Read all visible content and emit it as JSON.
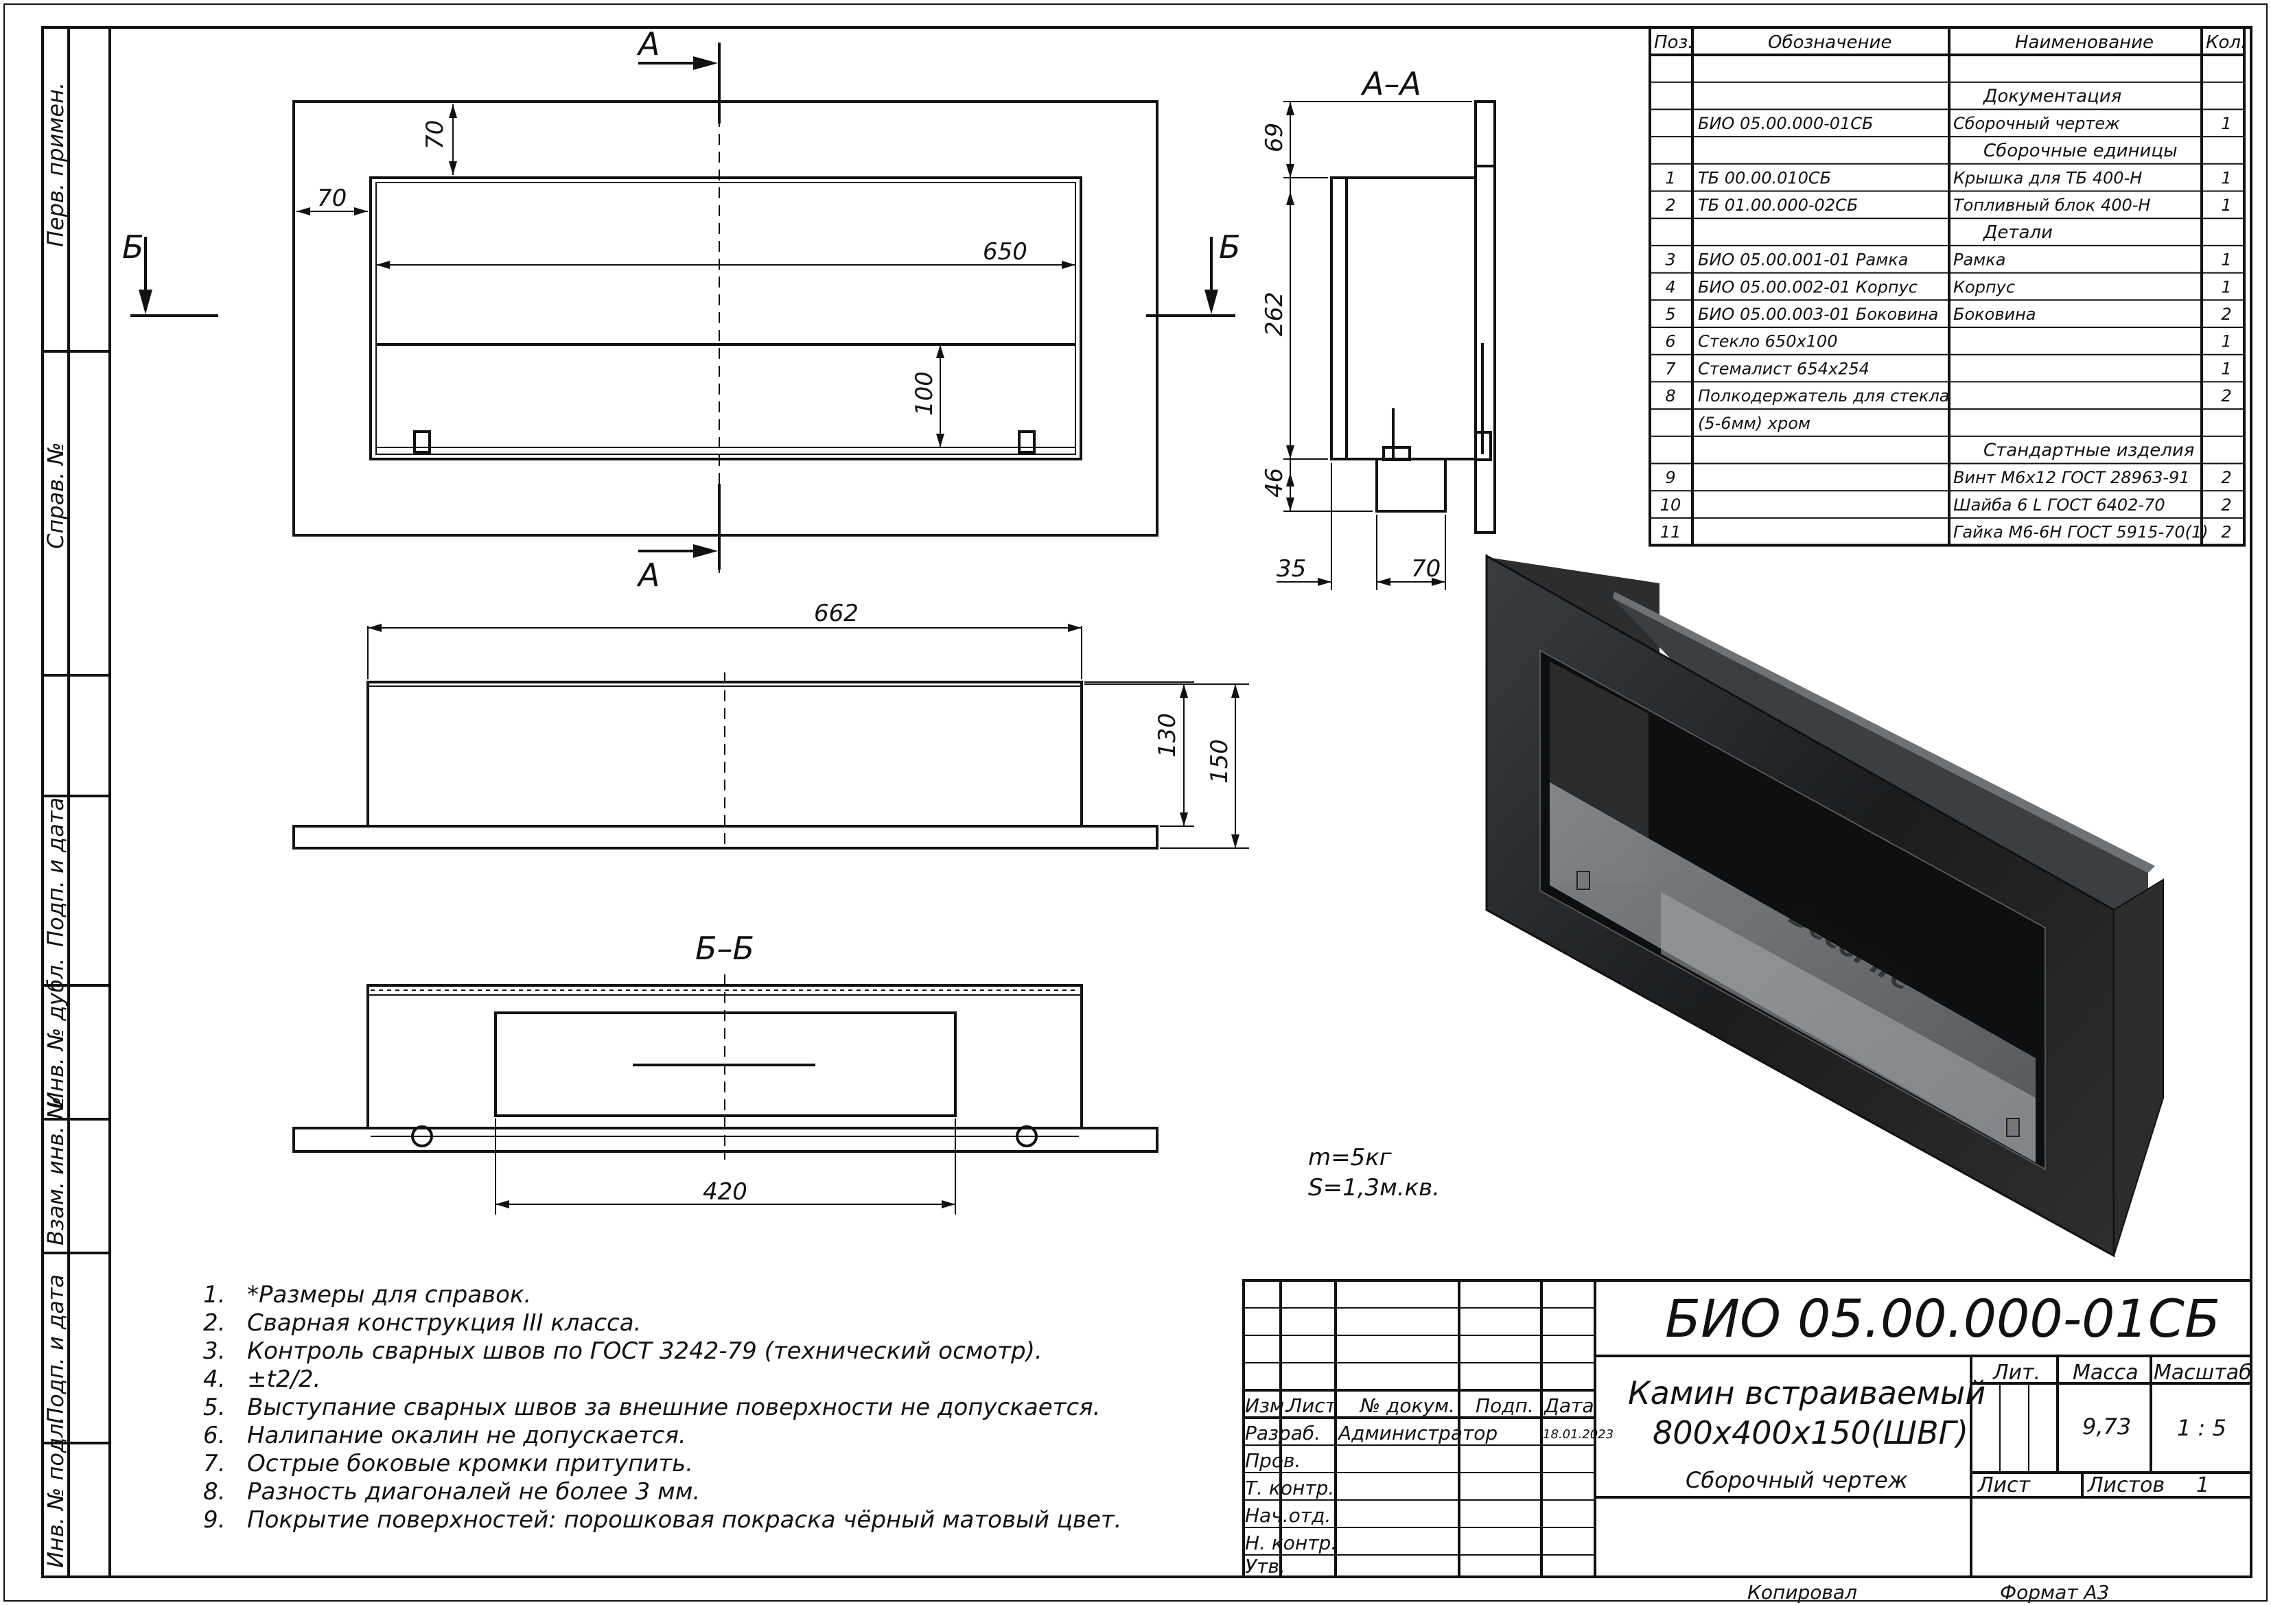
{
  "side_stamp": [
    "Перв. примен.",
    "Справ. №",
    "Подп. и дата",
    "Инв. № дубл.",
    "Взам. инв. №",
    "Подп. и дата",
    "Инв. № подл."
  ],
  "section_markers": {
    "a": "А",
    "b": "Б"
  },
  "views": {
    "section_aa": "А–А",
    "section_bb": "Б–Б"
  },
  "dims": {
    "d70_top": "70",
    "d70_left": "70",
    "d650": "650",
    "d100": "100",
    "d662": "662",
    "d130": "130",
    "d150": "150",
    "d420": "420",
    "d69": "69",
    "d262": "262",
    "d46": "46",
    "d35": "35",
    "d70_side": "70"
  },
  "mass": {
    "m": "m=5кг",
    "s": "S=1,3м.кв."
  },
  "notes": [
    {
      "num": "1.",
      "text": "*Размеры для справок."
    },
    {
      "num": "2.",
      "text": "Сварная конструкция III класса."
    },
    {
      "num": "3.",
      "text": "Контроль сварных швов по ГОСТ 3242-79 (технический осмотр)."
    },
    {
      "num": "4.",
      "text": "±t2/2."
    },
    {
      "num": "5.",
      "text": "Выступание сварных швов за внешние поверхности не допускается."
    },
    {
      "num": "6.",
      "text": "Налипание окалин не допускается."
    },
    {
      "num": "7.",
      "text": "Острые боковые кромки притупить."
    },
    {
      "num": "8.",
      "text": "Разность диагоналей не более 3 мм."
    },
    {
      "num": "9.",
      "text": "Покрытие поверхностей: порошковая покраска чёрный матовый цвет."
    }
  ],
  "spec": {
    "headers": {
      "pos": "Поз.",
      "designation": "Обозначение",
      "name": "Наименование",
      "qty": "Кол."
    },
    "rows": [
      {
        "pos": "",
        "designation": "",
        "name": "",
        "qty": ""
      },
      {
        "section": "Документация"
      },
      {
        "pos": "",
        "designation": "БИО 05.00.000-01СБ",
        "name": "Сборочный чертеж",
        "qty": "1"
      },
      {
        "section": "Сборочные единицы"
      },
      {
        "pos": "1",
        "designation": "ТБ 00.00.010СБ",
        "name": "Крышка для ТБ 400-Н",
        "qty": "1"
      },
      {
        "pos": "2",
        "designation": "ТБ 01.00.000-02СБ",
        "name": "Топливный блок 400-Н",
        "qty": "1"
      },
      {
        "section": "Детали"
      },
      {
        "pos": "3",
        "designation": "БИО 05.00.001-01 Рамка",
        "name": "Рамка",
        "qty": "1"
      },
      {
        "pos": "4",
        "designation": "БИО 05.00.002-01 Корпус",
        "name": "Корпус",
        "qty": "1"
      },
      {
        "pos": "5",
        "designation": "БИО 05.00.003-01 Боковина",
        "name": "Боковина",
        "qty": "2"
      },
      {
        "pos": "6",
        "designation": "Стекло 650х100",
        "name": "",
        "qty": "1"
      },
      {
        "pos": "7",
        "designation": "Стемалист 654х254",
        "name": "",
        "qty": "1"
      },
      {
        "pos": "8",
        "designation": "Полкодержатель для стекла",
        "name": "",
        "qty": "2"
      },
      {
        "pos": "",
        "designation": "(5-6мм) хром",
        "name": "",
        "qty": ""
      },
      {
        "section": "Стандартные изделия"
      },
      {
        "pos": "9",
        "designation": "",
        "name": "Винт М6х12 ГОСТ 28963-91",
        "qty": "2"
      },
      {
        "pos": "10",
        "designation": "",
        "name": "Шайба  6 L ГОСТ 6402-70",
        "qty": "2"
      },
      {
        "pos": "11",
        "designation": "",
        "name": "Гайка М6-6Н ГОСТ 5915-70(1)",
        "qty": "2"
      }
    ]
  },
  "title_block": {
    "doc_number": "БИО 05.00.000-01СБ",
    "name_line1": "Камин встраиваемый",
    "name_line2": "800х400х150(ШВГ)",
    "doc_type": "Сборочный чертеж",
    "col_headers": {
      "izm": "Изм.",
      "list": "Лист",
      "doc": "№ докум.",
      "sign": "Подп.",
      "date": "Дата"
    },
    "roles": [
      "Разраб.",
      "Пров.",
      "Т. контр.",
      "Нач.отд.",
      "Н. контр.",
      "Утв."
    ],
    "developer": "Администратор",
    "date": "18.01.2023",
    "lit_label": "Лит.",
    "mass_label": "Масса",
    "scale_label": "Масштаб",
    "mass_value": "9,73",
    "scale_value": "1 : 5",
    "sheet_label": "Лист",
    "sheets_label": "Листов",
    "sheets_value": "1",
    "copied_label": "Копировал",
    "format_label": "Формат А3"
  },
  "render": {
    "brand": "DecoFire"
  }
}
